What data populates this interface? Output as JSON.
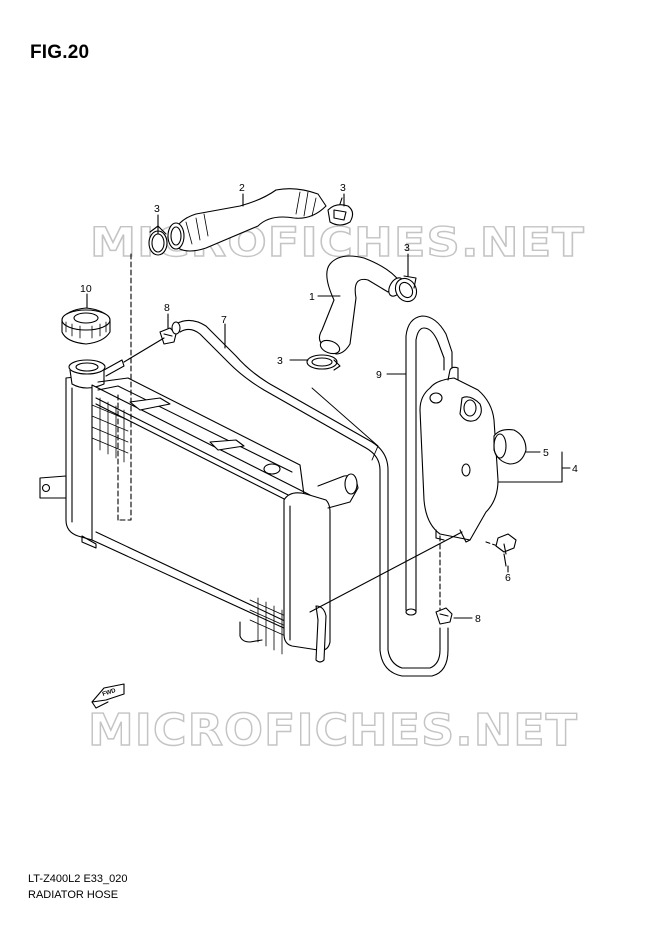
{
  "figure": {
    "title": "FIG.20",
    "code": "LT-Z400L2 E33_020",
    "name": "RADIATOR HOSE",
    "watermark": "MICROFICHES.NET",
    "direction_marker": "FWD"
  },
  "callouts": {
    "c1": "1",
    "c2": "2",
    "c3a": "3",
    "c3b": "3",
    "c3c": "3",
    "c3d": "3",
    "c4": "4",
    "c5": "5",
    "c6": "6",
    "c7": "7",
    "c8a": "8",
    "c8b": "8",
    "c9": "9",
    "c10": "10"
  }
}
